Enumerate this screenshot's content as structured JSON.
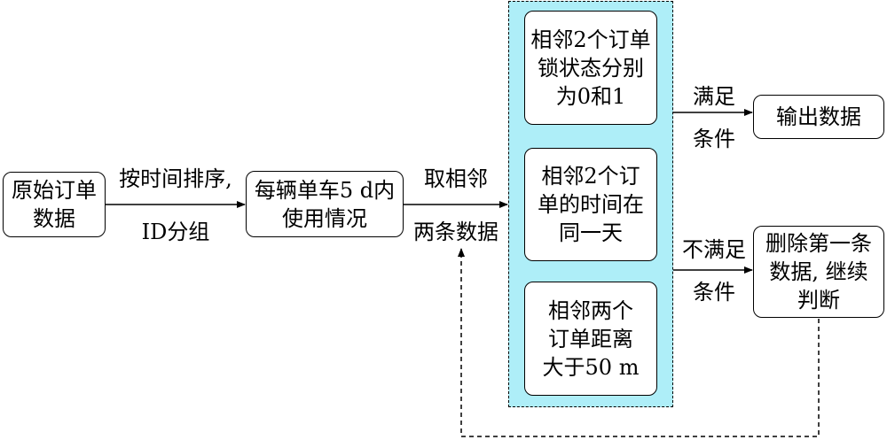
{
  "nodes": {
    "raw_orders": [
      "原始订单",
      "数据"
    ],
    "usage_5d": [
      "每辆单车5 d内",
      "使用情况"
    ],
    "cond_lock": [
      "相邻2个订单",
      "锁状态分别",
      "为0和1"
    ],
    "cond_same_day": [
      "相邻2个订",
      "单的时间在",
      "同一天"
    ],
    "cond_distance": [
      "相邻两个",
      "订单距离",
      "大于50 m"
    ],
    "output": [
      "输出数据"
    ],
    "delete": [
      "删除第一条",
      "数据, 继续",
      "判断"
    ]
  },
  "edges": {
    "sort_group_top": "按时间排序,",
    "sort_group_bottom": "ID分组",
    "adjacent_top": "取相邻",
    "adjacent_bottom": "两条数据",
    "satisfy_top": "满足",
    "satisfy_bottom": "条件",
    "not_satisfy_top": "不满足",
    "not_satisfy_bottom": "条件"
  }
}
